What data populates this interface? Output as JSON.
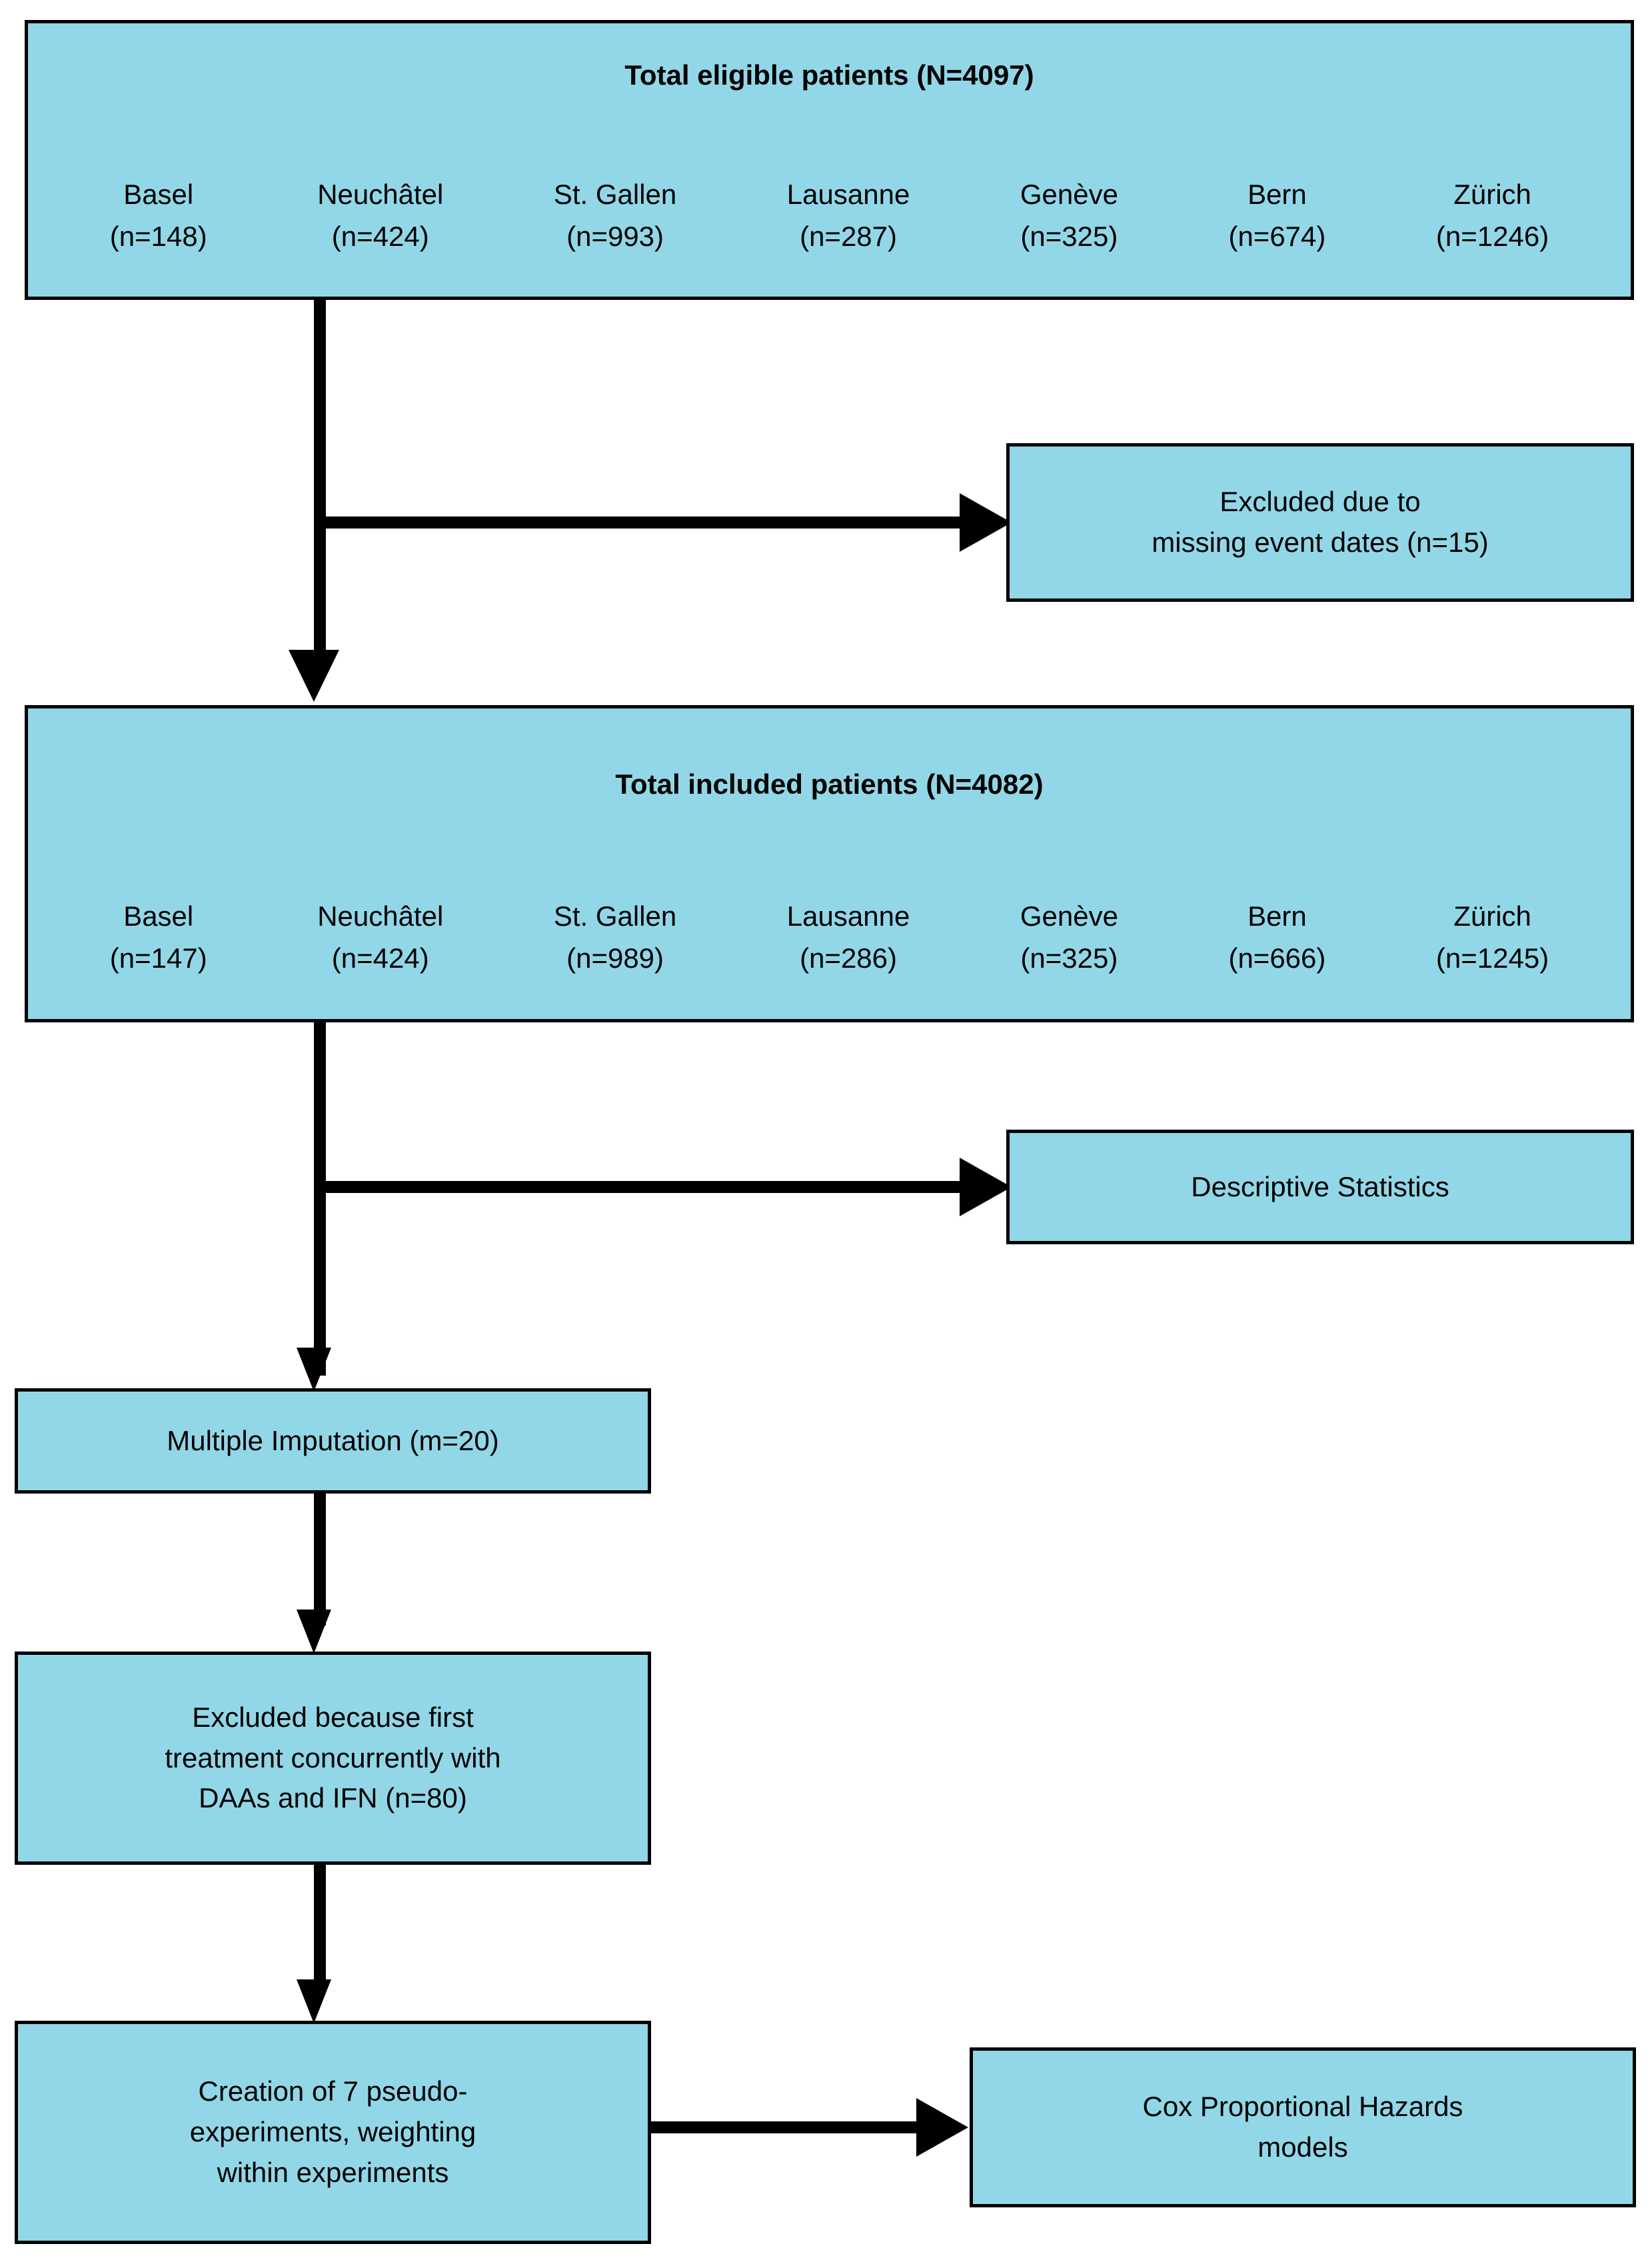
{
  "colors": {
    "box_fill": "#92D7E7",
    "box_border": "#000000",
    "background": "#FFFFFF",
    "connector": "#000000"
  },
  "chart_data": {
    "type": "diagram",
    "title": "Patient flow diagram",
    "nodes": [
      {
        "id": "eligible",
        "label": "Total eligible patients (N=4097)",
        "n": 4097
      },
      {
        "id": "excluded_dates",
        "label": "Excluded due to missing event dates (n=15)",
        "n": 15
      },
      {
        "id": "included",
        "label": "Total included patients (N=4082)",
        "n": 4082
      },
      {
        "id": "descriptive",
        "label": "Descriptive Statistics"
      },
      {
        "id": "imputation",
        "label": "Multiple Imputation (m=20)",
        "m": 20
      },
      {
        "id": "excluded_daa",
        "label": "Excluded because first treatment concurrently with DAAs and IFN (n=80)",
        "n": 80
      },
      {
        "id": "pseudo",
        "label": "Creation of 7 pseudo-experiments, weighting within experiments"
      },
      {
        "id": "cox",
        "label": "Cox Proportional Hazards models"
      }
    ],
    "edges": [
      {
        "from": "eligible",
        "to": "excluded_dates"
      },
      {
        "from": "eligible",
        "to": "included"
      },
      {
        "from": "included",
        "to": "descriptive"
      },
      {
        "from": "included",
        "to": "imputation"
      },
      {
        "from": "imputation",
        "to": "excluded_daa"
      },
      {
        "from": "excluded_daa",
        "to": "pseudo"
      },
      {
        "from": "pseudo",
        "to": "cox"
      }
    ],
    "centers_eligible": [
      {
        "name": "Basel",
        "n": 148
      },
      {
        "name": "Neuchâtel",
        "n": 424
      },
      {
        "name": "St. Gallen",
        "n": 993
      },
      {
        "name": "Lausanne",
        "n": 287
      },
      {
        "name": "Genève",
        "n": 325
      },
      {
        "name": "Bern",
        "n": 674
      },
      {
        "name": "Zürich",
        "n": 1246
      }
    ],
    "centers_included": [
      {
        "name": "Basel",
        "n": 147
      },
      {
        "name": "Neuchâtel",
        "n": 424
      },
      {
        "name": "St. Gallen",
        "n": 989
      },
      {
        "name": "Lausanne",
        "n": 286
      },
      {
        "name": "Genève",
        "n": 325
      },
      {
        "name": "Bern",
        "n": 666
      },
      {
        "name": "Zürich",
        "n": 1245
      }
    ]
  },
  "eligible_box": {
    "title": "Total eligible patients (N=4097)",
    "centers": [
      {
        "name": "Basel",
        "count": "(n=148)"
      },
      {
        "name": "Neuchâtel",
        "count": "(n=424)"
      },
      {
        "name": "St. Gallen",
        "count": "(n=993)"
      },
      {
        "name": "Lausanne",
        "count": "(n=287)"
      },
      {
        "name": "Genève",
        "count": "(n=325)"
      },
      {
        "name": "Bern",
        "count": "(n=674)"
      },
      {
        "name": "Zürich",
        "count": "(n=1246)"
      }
    ]
  },
  "excluded_dates_box": {
    "line1": "Excluded due to",
    "line2": "missing event dates (n=15)"
  },
  "included_box": {
    "title": "Total included patients (N=4082)",
    "centers": [
      {
        "name": "Basel",
        "count": "(n=147)"
      },
      {
        "name": "Neuchâtel",
        "count": "(n=424)"
      },
      {
        "name": "St. Gallen",
        "count": "(n=989)"
      },
      {
        "name": "Lausanne",
        "count": "(n=286)"
      },
      {
        "name": "Genève",
        "count": "(n=325)"
      },
      {
        "name": "Bern",
        "count": "(n=666)"
      },
      {
        "name": "Zürich",
        "count": "(n=1245)"
      }
    ]
  },
  "descriptive_box": {
    "label": "Descriptive Statistics"
  },
  "imputation_box": {
    "label": "Multiple Imputation (m=20)"
  },
  "excluded_daa_box": {
    "line1": "Excluded because first",
    "line2": "treatment concurrently with",
    "line3": "DAAs and IFN (n=80)"
  },
  "pseudo_box": {
    "line1": "Creation of 7 pseudo-",
    "line2": "experiments, weighting",
    "line3": "within experiments"
  },
  "cox_box": {
    "line1": "Cox Proportional Hazards",
    "line2": "models"
  }
}
